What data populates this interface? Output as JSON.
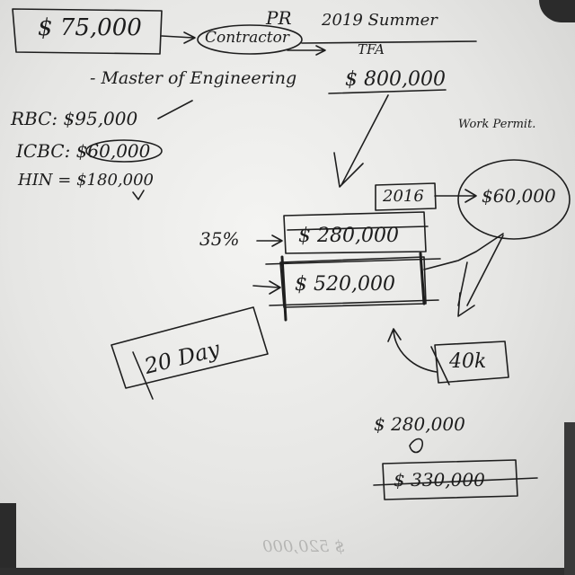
{
  "notes": {
    "salary": "$ 75,000",
    "contractor": "Contractor",
    "pr": "PR",
    "summer": "2019 Summer",
    "tfa": "TFA",
    "master": "- Master of Engineering",
    "big_amount": "$ 800,000",
    "rbc": "RBC: $95,000",
    "icbc": "ICBC: $60,000",
    "hin": "HIN = $180,000",
    "work_permit": "Work Permit.",
    "year": "2016",
    "amount_60k": "$60,000",
    "pct": "35%",
    "amount_280k": "$ 280,000",
    "amount_520k": "$ 520,000",
    "days": "20 Day",
    "forty_k": "40k",
    "amount_280k_b": "$ 280,000",
    "amount_330k": "$ 330,000",
    "bleed_text": "$ 520,000"
  }
}
